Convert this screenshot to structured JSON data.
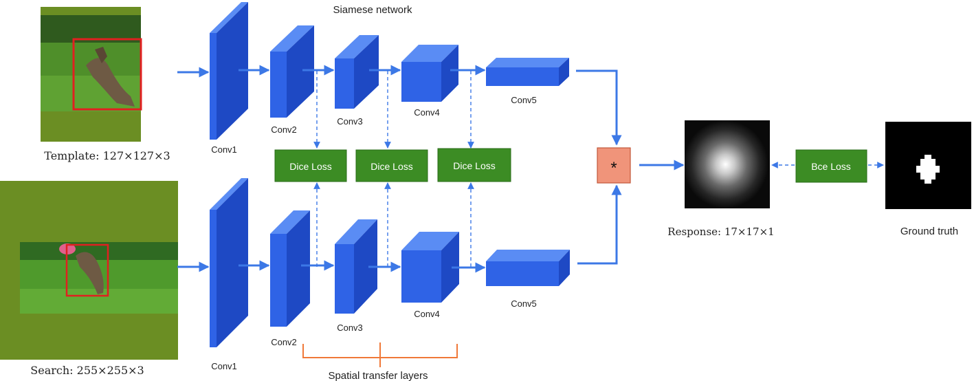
{
  "title": "Siamese network",
  "template": {
    "label": "Template:  127×127×3"
  },
  "search": {
    "label": "Search:  255×255×3"
  },
  "layers": {
    "conv1": "Conv1",
    "conv2": "Conv2",
    "conv3": "Conv3",
    "conv4": "Conv4",
    "conv5": "Conv5"
  },
  "losses": {
    "dice": "Dice Loss",
    "bce": "Bce Loss"
  },
  "correlation": {
    "symbol": "*"
  },
  "response": {
    "label": "Response:  17×17×1"
  },
  "ground_truth": {
    "label": "Ground truth"
  },
  "bracket": {
    "label": "Spatial transfer layers"
  },
  "colors": {
    "block_front": "#2f63e6",
    "block_top": "#5a8cf4",
    "block_side": "#1e49c4",
    "arrow": "#3c78e6",
    "loss_fill": "#3c8c24",
    "correlation_fill": "#f0947a",
    "bracket": "#f07838",
    "image_bg": "#6b8e23"
  }
}
